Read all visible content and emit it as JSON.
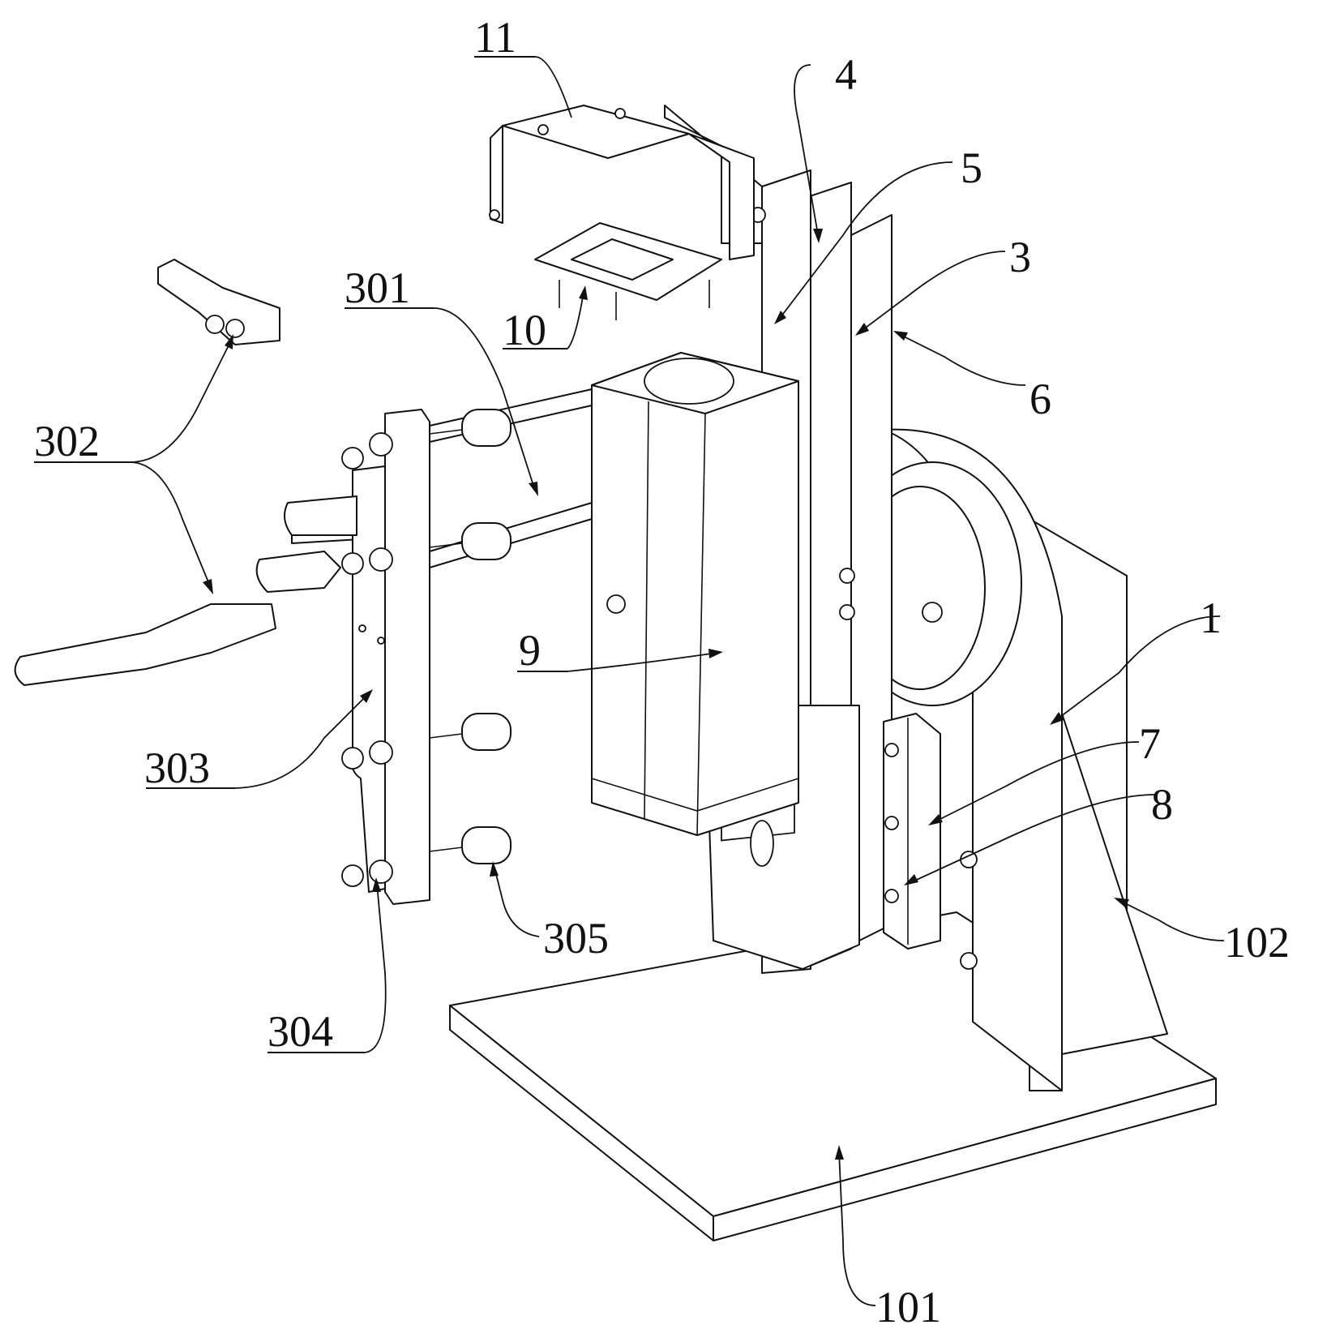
{
  "figure": {
    "type": "patent-drawing",
    "view": "isometric exploded view",
    "line_color": "#111111",
    "background": "#ffffff"
  },
  "labels": {
    "l1": "1",
    "l3": "3",
    "l4": "4",
    "l5": "5",
    "l6": "6",
    "l7": "7",
    "l8": "8",
    "l9": "9",
    "l10": "10",
    "l11": "11",
    "l101": "101",
    "l102": "102",
    "l301": "301",
    "l302": "302",
    "l303": "303",
    "l304": "304",
    "l305": "305"
  }
}
